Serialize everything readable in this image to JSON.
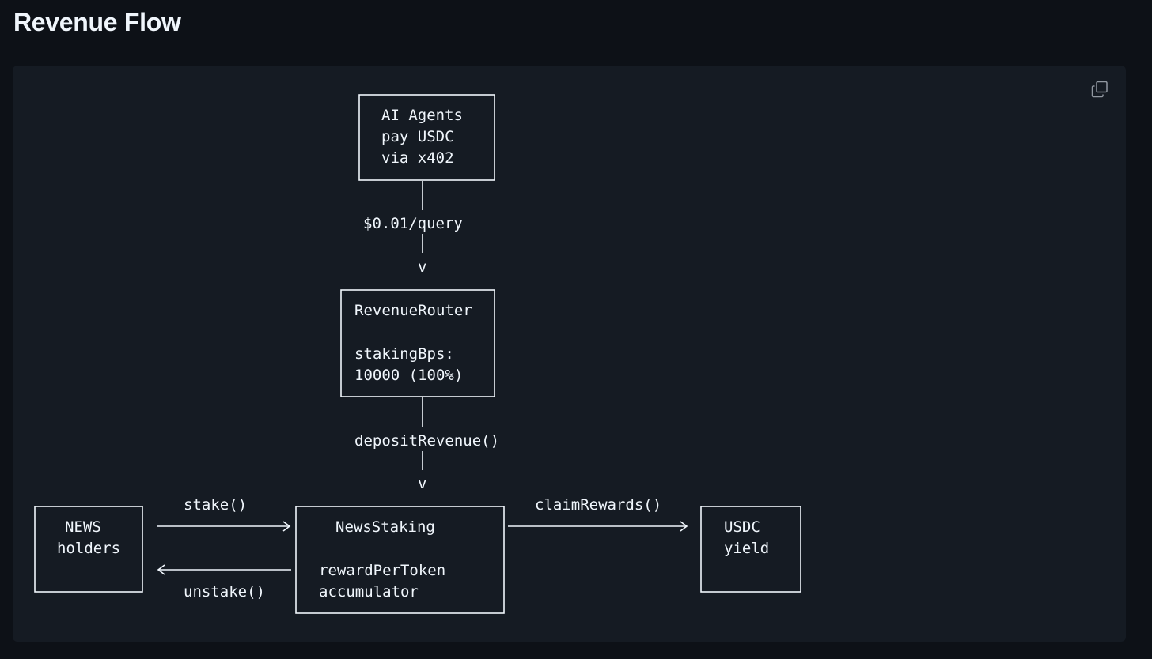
{
  "section": {
    "title": "Revenue Flow"
  },
  "code_block": {
    "copy_icon": "copy-icon",
    "diagram": {
      "agents_box": [
        "AI Agents",
        "pay USDC",
        "via x402"
      ],
      "query_label": "$0.01/query",
      "arrow_head": "v",
      "router_box": [
        "RevenueRouter",
        "stakingBps:",
        "10000 (100%)"
      ],
      "deposit_label": "depositRevenue()",
      "holders_box": [
        "NEWS",
        "holders"
      ],
      "staking_box": [
        "NewsStaking",
        "rewardPerToken",
        "accumulator"
      ],
      "yield_box": [
        "USDC",
        "yield"
      ],
      "stake_label": "stake()",
      "unstake_label": "unstake()",
      "claim_label": "claimRewards()"
    }
  }
}
